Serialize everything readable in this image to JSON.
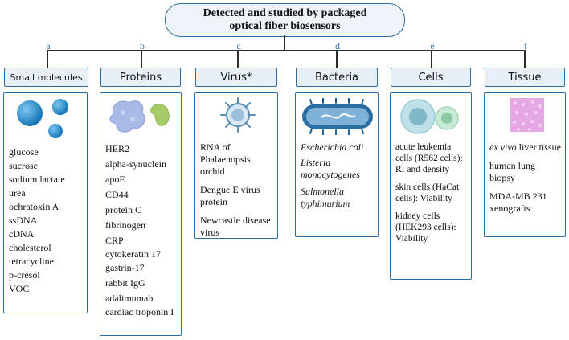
{
  "title": {
    "line1": "Detected and studied by packaged",
    "line2": "optical fiber biosensors"
  },
  "categories": [
    {
      "letter": "a",
      "label": "Small molecules",
      "items": [
        "glucose",
        "sucrose",
        "sodium lactate",
        "urea",
        "ochratoxin A",
        "ssDNA",
        "cDNA",
        "cholesterol",
        "tetracycline",
        "p-cresol",
        "VOC"
      ]
    },
    {
      "letter": "b",
      "label": "Proteins",
      "items": [
        "HER2",
        "alpha-synuclein",
        "apoE",
        "CD44",
        "protein C",
        "fibrinogen",
        "CRP",
        "cytokeratin 17",
        "gastrin-17",
        "rabbit IgG",
        "adalimumab",
        "cardiac troponin I"
      ]
    },
    {
      "letter": "c",
      "label": "Virus*",
      "items": [
        "RNA of Phalaenopsis orchid",
        "Dengue E virus protein",
        "Newcastle disease virus"
      ]
    },
    {
      "letter": "d",
      "label": "Bacteria",
      "items": [
        "Escherichia coli",
        "Listeria monocytogenes",
        "Salmonella typhimurium"
      ]
    },
    {
      "letter": "e",
      "label": "Cells",
      "items": [
        "acute leukemia cells (R562 cells): RI and density",
        "skin cells (HaCat cells): Viability",
        "kidney cells (HEK293 cells): Viability"
      ]
    },
    {
      "letter": "f",
      "label": "Tissue",
      "items": [
        "ex vivo liver tissue",
        "human lung biopsy",
        "MDA-MB 231 xenografts"
      ]
    }
  ],
  "tissue_italic_prefix": "ex vivo",
  "tissue_rest": "liver tissue",
  "icons": [
    "sphere-molecules-icon",
    "protein-blob-icon",
    "virus-icon",
    "bacterium-icon",
    "cell-icon",
    "tissue-patch-icon"
  ],
  "colors": {
    "border": "#2f6c9b",
    "header_fill": "#e8f0f7",
    "letter": "#3a73b5"
  }
}
